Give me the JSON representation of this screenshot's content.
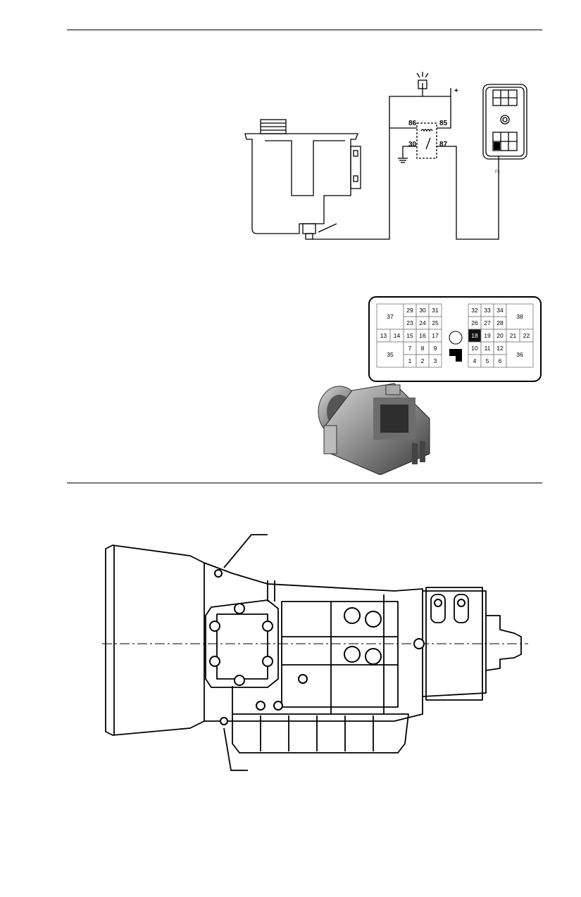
{
  "relay": {
    "terminals": [
      "86",
      "85",
      "30",
      "87"
    ],
    "plus": "+",
    "wire_label": "P1"
  },
  "connector": {
    "cells": [
      {
        "t": "37"
      },
      {
        "t": "29"
      },
      {
        "t": "30"
      },
      {
        "t": "31"
      },
      {
        "t": "32"
      },
      {
        "t": "33"
      },
      {
        "t": "34"
      },
      {
        "t": "38"
      },
      {
        "t": "23"
      },
      {
        "t": "24"
      },
      {
        "t": "25"
      },
      {
        "t": "26"
      },
      {
        "t": "27"
      },
      {
        "t": "28"
      },
      {
        "t": "13"
      },
      {
        "t": "14"
      },
      {
        "t": "15"
      },
      {
        "t": "16"
      },
      {
        "t": "17"
      },
      {
        "t": "18",
        "hl": true
      },
      {
        "t": "19"
      },
      {
        "t": "20"
      },
      {
        "t": "21"
      },
      {
        "t": "22"
      },
      {
        "t": "35"
      },
      {
        "t": "7"
      },
      {
        "t": "8"
      },
      {
        "t": "9"
      },
      {
        "t": "10"
      },
      {
        "t": "11"
      },
      {
        "t": "12"
      },
      {
        "t": "36"
      },
      {
        "t": "1"
      },
      {
        "t": "2"
      },
      {
        "t": "3"
      },
      {
        "t": "4"
      },
      {
        "t": "5"
      },
      {
        "t": "6"
      }
    ],
    "highlight_color": "#111111"
  }
}
